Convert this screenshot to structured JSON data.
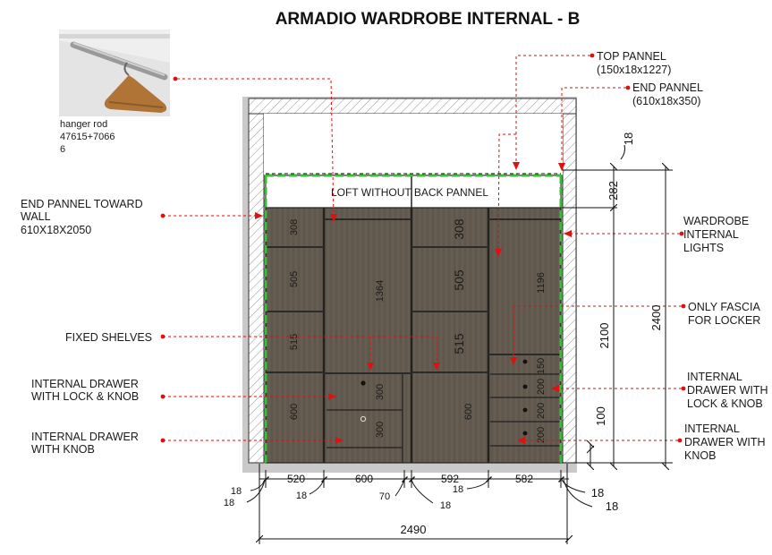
{
  "title": "ARMADIO WARDROBE INTERNAL - B",
  "hanger": {
    "caption": "hanger rod",
    "code": "47615+7066",
    "qty": "6"
  },
  "annotations": {
    "top_pannel": "TOP PANNEL",
    "top_pannel_size": "(150x18x1227)",
    "end_pannel": "END PANNEL",
    "end_pannel_size": "(610x18x350)",
    "end_pannel_wall_1": "END PANNEL TOWARD",
    "end_pannel_wall_2": "WALL",
    "end_pannel_wall_3": "610X18X2050",
    "loft": "LOFT WITHOUT BACK PANNEL",
    "lights_1": "WARDROBE",
    "lights_2": "INTERNAL",
    "lights_3": "LIGHTS",
    "fascia_1": "ONLY FASCIA",
    "fascia_2": "FOR LOCKER",
    "fixed_shelves": "FIXED SHELVES",
    "drawer_lock_left_1": "INTERNAL DRAWER",
    "drawer_lock_left_2": "WITH LOCK & KNOB",
    "drawer_knob_left_1": "INTERNAL DRAWER",
    "drawer_knob_left_2": "WITH KNOB",
    "drawer_lock_right_1": "INTERNAL",
    "drawer_lock_right_2": "DRAWER WITH",
    "drawer_lock_right_3": "LOCK & KNOB",
    "drawer_knob_right_1": "INTERNAL",
    "drawer_knob_right_2": "DRAWER WITH",
    "drawer_knob_right_3": "KNOB"
  },
  "dims": {
    "bay1": [
      "308",
      "505",
      "515",
      "600"
    ],
    "bay2": [
      "1364",
      "300",
      "300"
    ],
    "bay3": [
      "308",
      "505",
      "515",
      "600"
    ],
    "bay4": [
      "1196",
      "150",
      "200",
      "200",
      "200"
    ],
    "loft_h": "282",
    "top_18": "18",
    "h2100": "2100",
    "h2400": "2400",
    "h100": "100",
    "widths": [
      "520",
      "600",
      "592",
      "582"
    ],
    "gaps": [
      "18",
      "18",
      "18",
      "70",
      "18",
      "18",
      "18",
      "18"
    ],
    "total": "2490"
  },
  "colors": {
    "laminate": "#625a4e",
    "marker": "#dd1111",
    "light_strip": "#3dbb3d",
    "wall": "#c9c9c9"
  }
}
